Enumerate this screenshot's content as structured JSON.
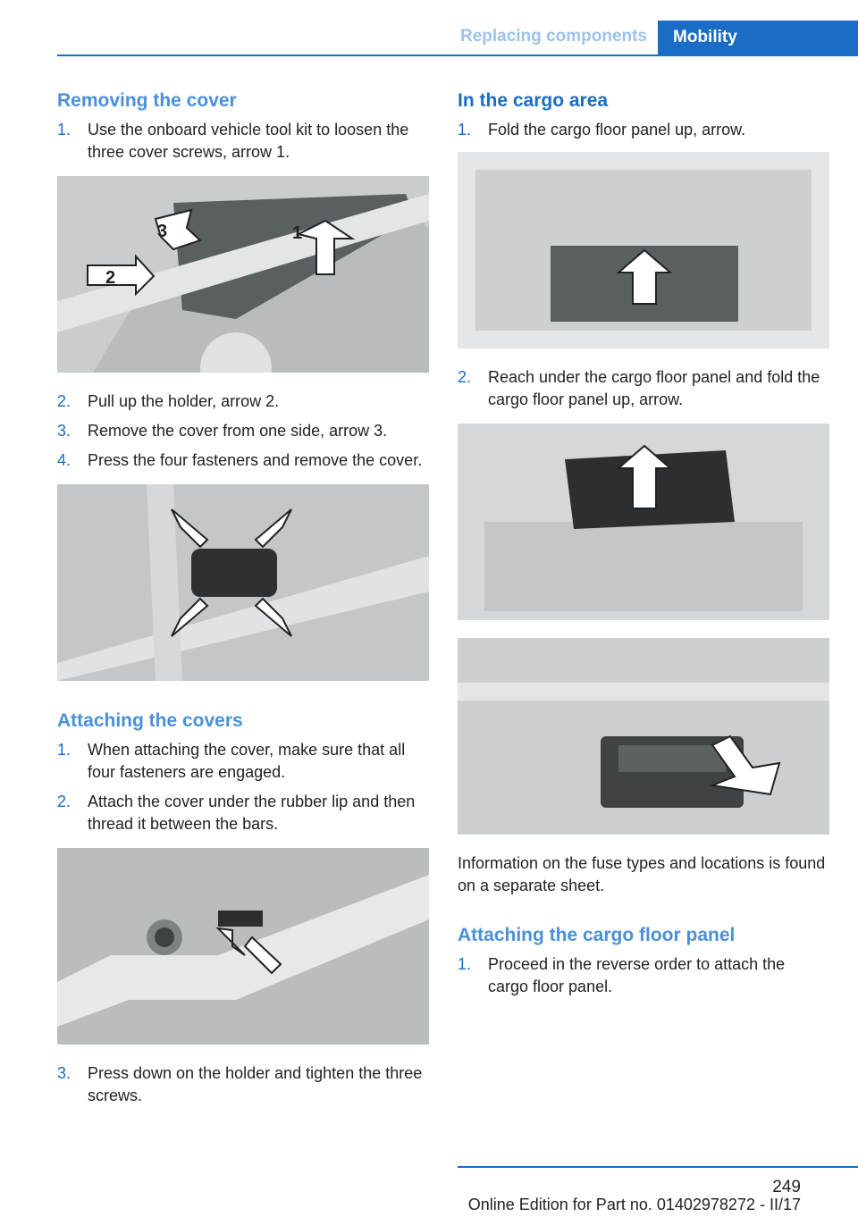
{
  "header": {
    "section": "Replacing components",
    "tab": "Mobility"
  },
  "left": {
    "removing": {
      "heading": "Removing the cover",
      "steps": [
        {
          "n": "1.",
          "text": "Use the onboard vehicle tool kit to loosen the three cover screws, arrow 1."
        },
        {
          "n": "2.",
          "text": "Pull up the holder, arrow 2."
        },
        {
          "n": "3.",
          "text": "Remove the cover from one side, arrow 3."
        },
        {
          "n": "4.",
          "text": "Press the four fasteners and remove the cover."
        }
      ],
      "callouts": [
        "1",
        "2",
        "3"
      ]
    },
    "attaching": {
      "heading": "Attaching the covers",
      "steps": [
        {
          "n": "1.",
          "text": "When attaching the cover, make sure that all four fasteners are engaged."
        },
        {
          "n": "2.",
          "text": "Attach the cover under the rubber lip and then thread it between the bars."
        },
        {
          "n": "3.",
          "text": "Press down on the holder and tighten the three screws."
        }
      ]
    }
  },
  "right": {
    "cargo": {
      "heading": "In the cargo area",
      "steps": [
        {
          "n": "1.",
          "text": "Fold the cargo floor panel up, arrow."
        },
        {
          "n": "2.",
          "text": "Reach under the cargo floor panel and fold the cargo floor panel up, arrow."
        }
      ],
      "info": "Information on the fuse types and locations is found on a separate sheet."
    },
    "attach_panel": {
      "heading": "Attaching the cargo floor panel",
      "steps": [
        {
          "n": "1.",
          "text": "Proceed in the reverse order to attach the cargo floor panel."
        }
      ]
    }
  },
  "footer": {
    "page": "249",
    "edition": "Online Edition for Part no. 01402978272 - II/17"
  }
}
